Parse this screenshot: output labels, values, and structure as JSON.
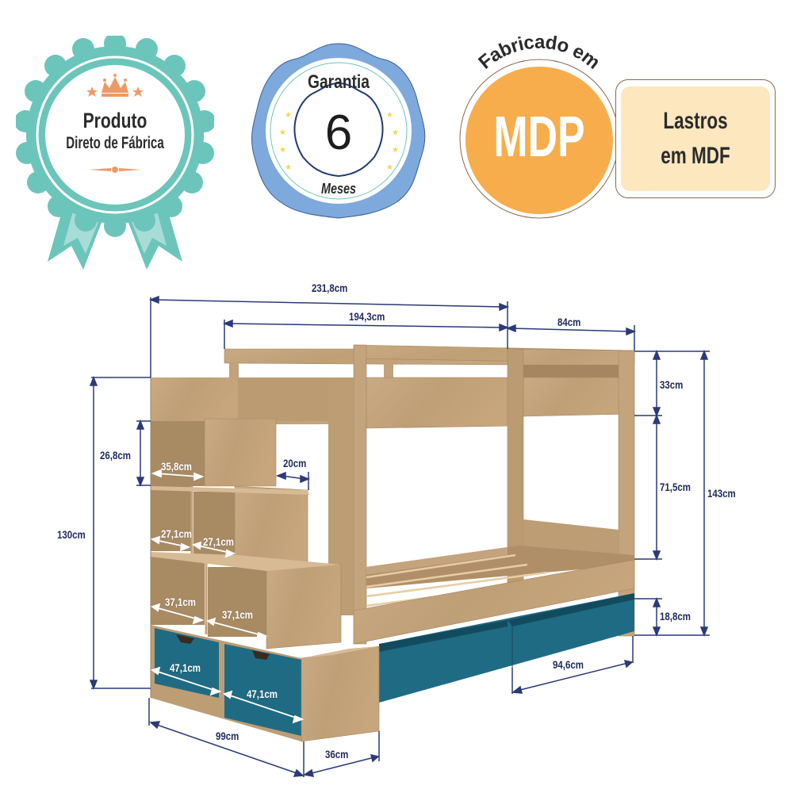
{
  "badges": {
    "factory": {
      "line1": "Produto",
      "line2": "Direto de Fábrica",
      "color": "#6cc5bb",
      "ribbon_light": "#a8dcd6",
      "accent": "#ee9a66"
    },
    "warranty": {
      "top": "Garantia",
      "number": "6",
      "bottom": "Meses",
      "color": "#7ea9dc",
      "star_color": "#f5d742",
      "inner_border": "#1f3b73"
    },
    "material": {
      "arc_text": "Fabricado em",
      "main": "MDP",
      "color": "#f7ad4c"
    },
    "slats": {
      "line1": "Lastros",
      "line2": "em MDF",
      "fill": "#fde7bf",
      "border": "#8a6a50"
    }
  },
  "dimensions": {
    "total_length": "231,8cm",
    "bed_length": "194,3cm",
    "bed_width": "84cm",
    "rail_height": "33cm",
    "bunk_gap": "71,5cm",
    "total_height_bed": "143cm",
    "drawer_clearance": "18,8cm",
    "step_height": "26,8cm",
    "step_top_width": "35,8cm",
    "step_depth": "20cm",
    "stair_height": "130cm",
    "niche_mid_1": "27,1cm",
    "niche_mid_2": "27,1cm",
    "niche_low_1": "37,1cm",
    "niche_low_2": "37,1cm",
    "drawer_1": "47,1cm",
    "drawer_2": "47,1cm",
    "stair_length": "99cm",
    "stair_depth": "36cm",
    "bed_drawer_length": "94,6cm"
  },
  "colors": {
    "wood": "#c4a47c",
    "wood_dark": "#a88a63",
    "wood_light": "#d6bb95",
    "drawer": "#1f6b84",
    "dim_line": "#2b3a78"
  }
}
